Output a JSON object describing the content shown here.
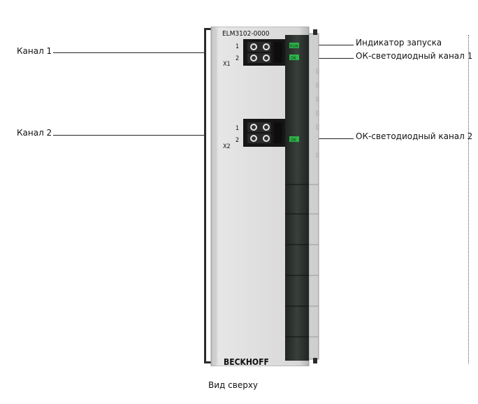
{
  "module": {
    "model": "ELM3102-0000",
    "brand": "BECKHOFF",
    "connector1": "X1",
    "connector2": "X2",
    "pin1": "1",
    "pin2": "2",
    "led_run": "RUN",
    "led_ok": "OK"
  },
  "labels": {
    "channel1": "Канал 1",
    "channel2": "Канал 2",
    "run_indicator": "Индикатор запуска",
    "ok_led_channel1": "ОК-светодиодный канал 1",
    "ok_led_channel2": "ОК-светодиодный канал 2",
    "top_view": "Вид сверху"
  },
  "colors": {
    "led_green": "#2db34a",
    "body_grey": "#d6d6d6",
    "dark_strip": "#2a2f2c",
    "connector_black": "#111111"
  }
}
